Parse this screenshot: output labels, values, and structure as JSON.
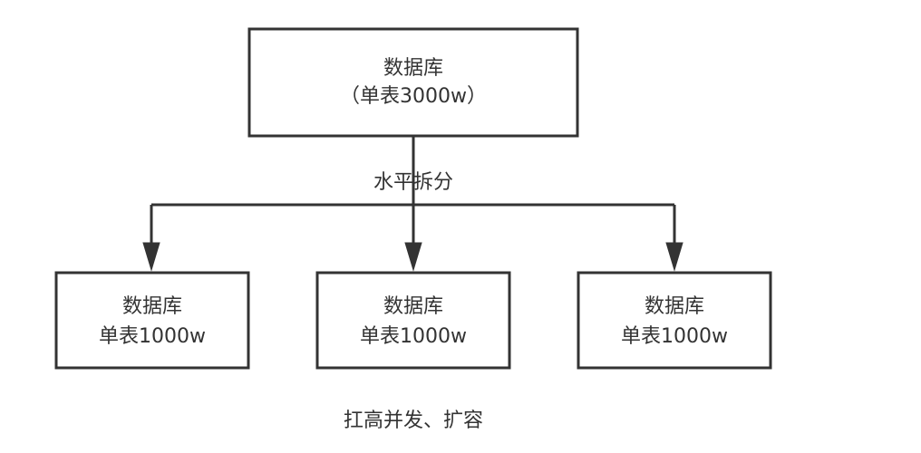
{
  "diagram": {
    "source": {
      "line1": "数据库",
      "line2": "（单表3000w）"
    },
    "split_label": "水平拆分",
    "targets": [
      {
        "line1": "数据库",
        "line2": "单表1000w"
      },
      {
        "line1": "数据库",
        "line2": "单表1000w"
      },
      {
        "line1": "数据库",
        "line2": "单表1000w"
      }
    ],
    "footer_note": "扛高并发、扩容"
  },
  "colors": {
    "stroke": "#333333",
    "text": "#333333",
    "background": "#ffffff"
  }
}
